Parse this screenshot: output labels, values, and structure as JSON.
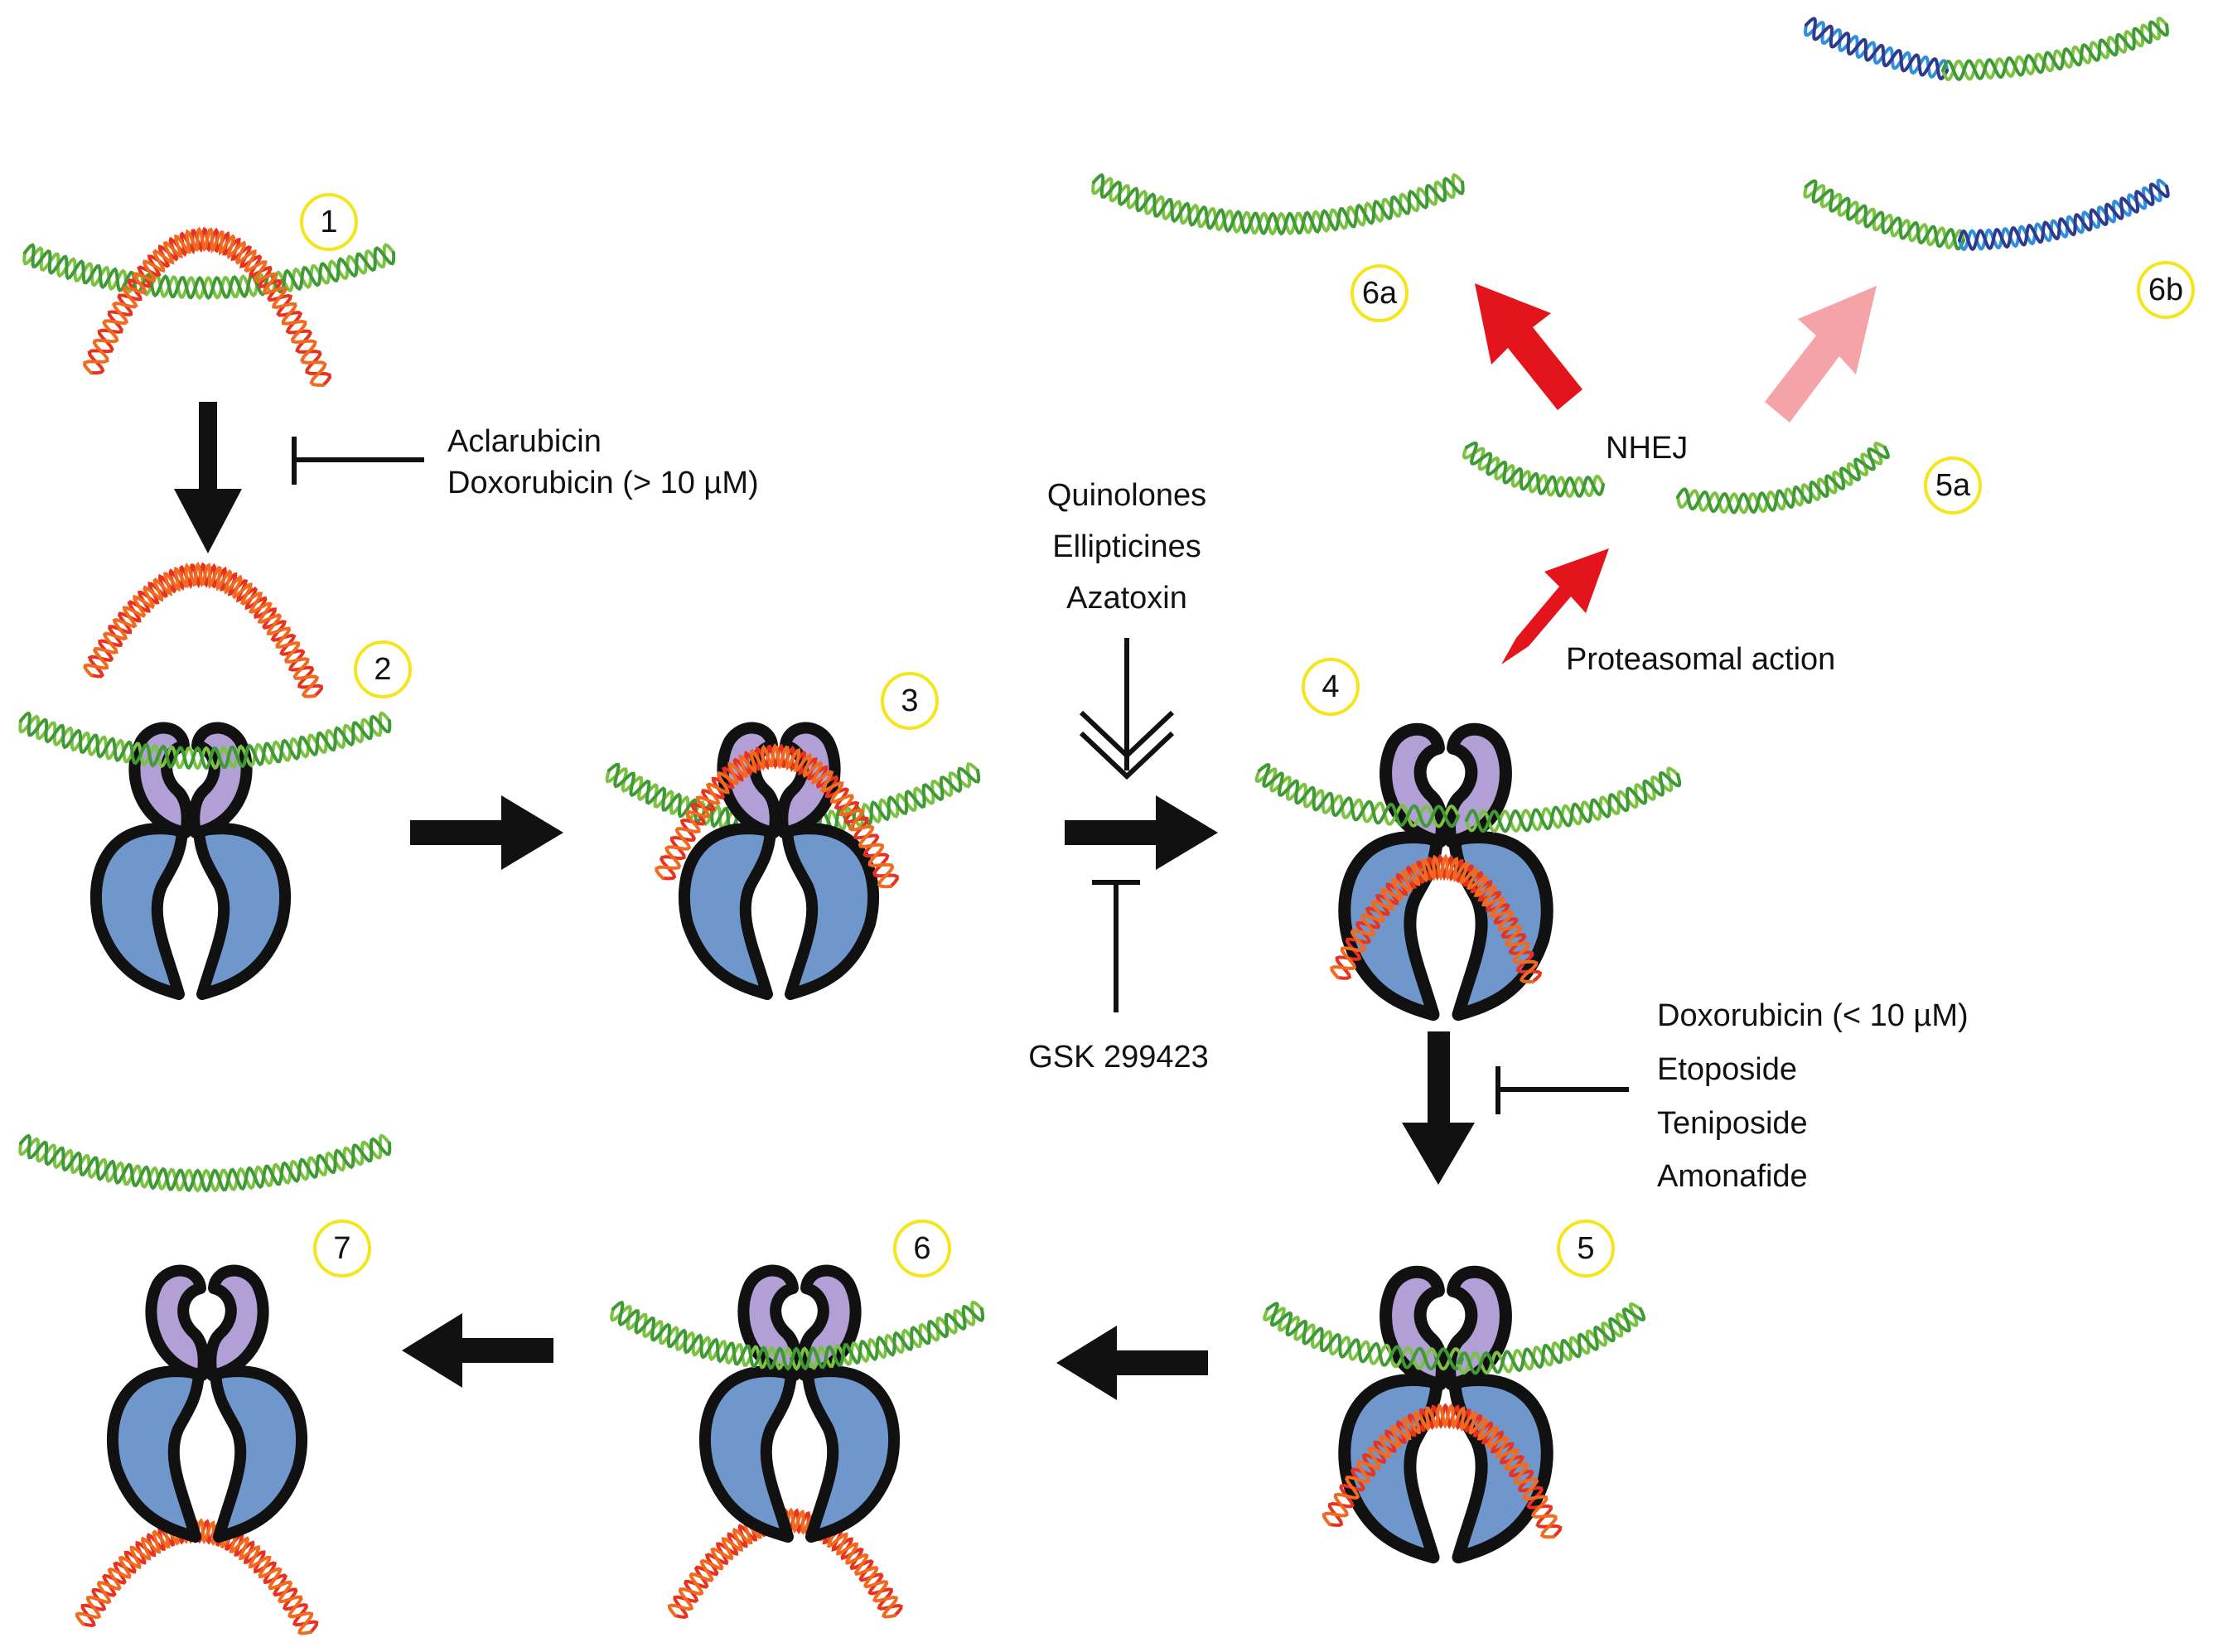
{
  "colors": {
    "dna_green": "#7cc242",
    "dna_green_dark": "#3f9a35",
    "dna_red": "#e8311f",
    "dna_orange": "#f06a1f",
    "dna_blue": "#2f8fd8",
    "dna_navy": "#2e3a8c",
    "enzyme_purple": "#b19fd6",
    "enzyme_blue": "#6f97cc",
    "outline": "#111111",
    "step_circle": "#f5e61b",
    "arrow_black": "#111111",
    "arrow_red": "#e3141b",
    "arrow_pink": "#f4a3a6"
  },
  "steps": {
    "s1": "1",
    "s2": "2",
    "s3": "3",
    "s4": "4",
    "s5": "5",
    "s6": "6",
    "s7": "7",
    "s5a": "5a",
    "s6a": "6a",
    "s6b": "6b"
  },
  "inhibitors": {
    "step1": [
      "Aclarubicin",
      "Doxorubicin (> 10 µM)"
    ],
    "step4": [
      "Doxorubicin (< 10 µM)",
      "Etoposide",
      "Teniposide",
      "Amonafide"
    ],
    "step3_block": "GSK 299423"
  },
  "promoters": {
    "step3": [
      "Quinolones",
      "Ellipticines",
      "Azatoxin"
    ]
  },
  "repair": {
    "proteasome": "Proteasomal action",
    "nhej": "NHEJ"
  }
}
